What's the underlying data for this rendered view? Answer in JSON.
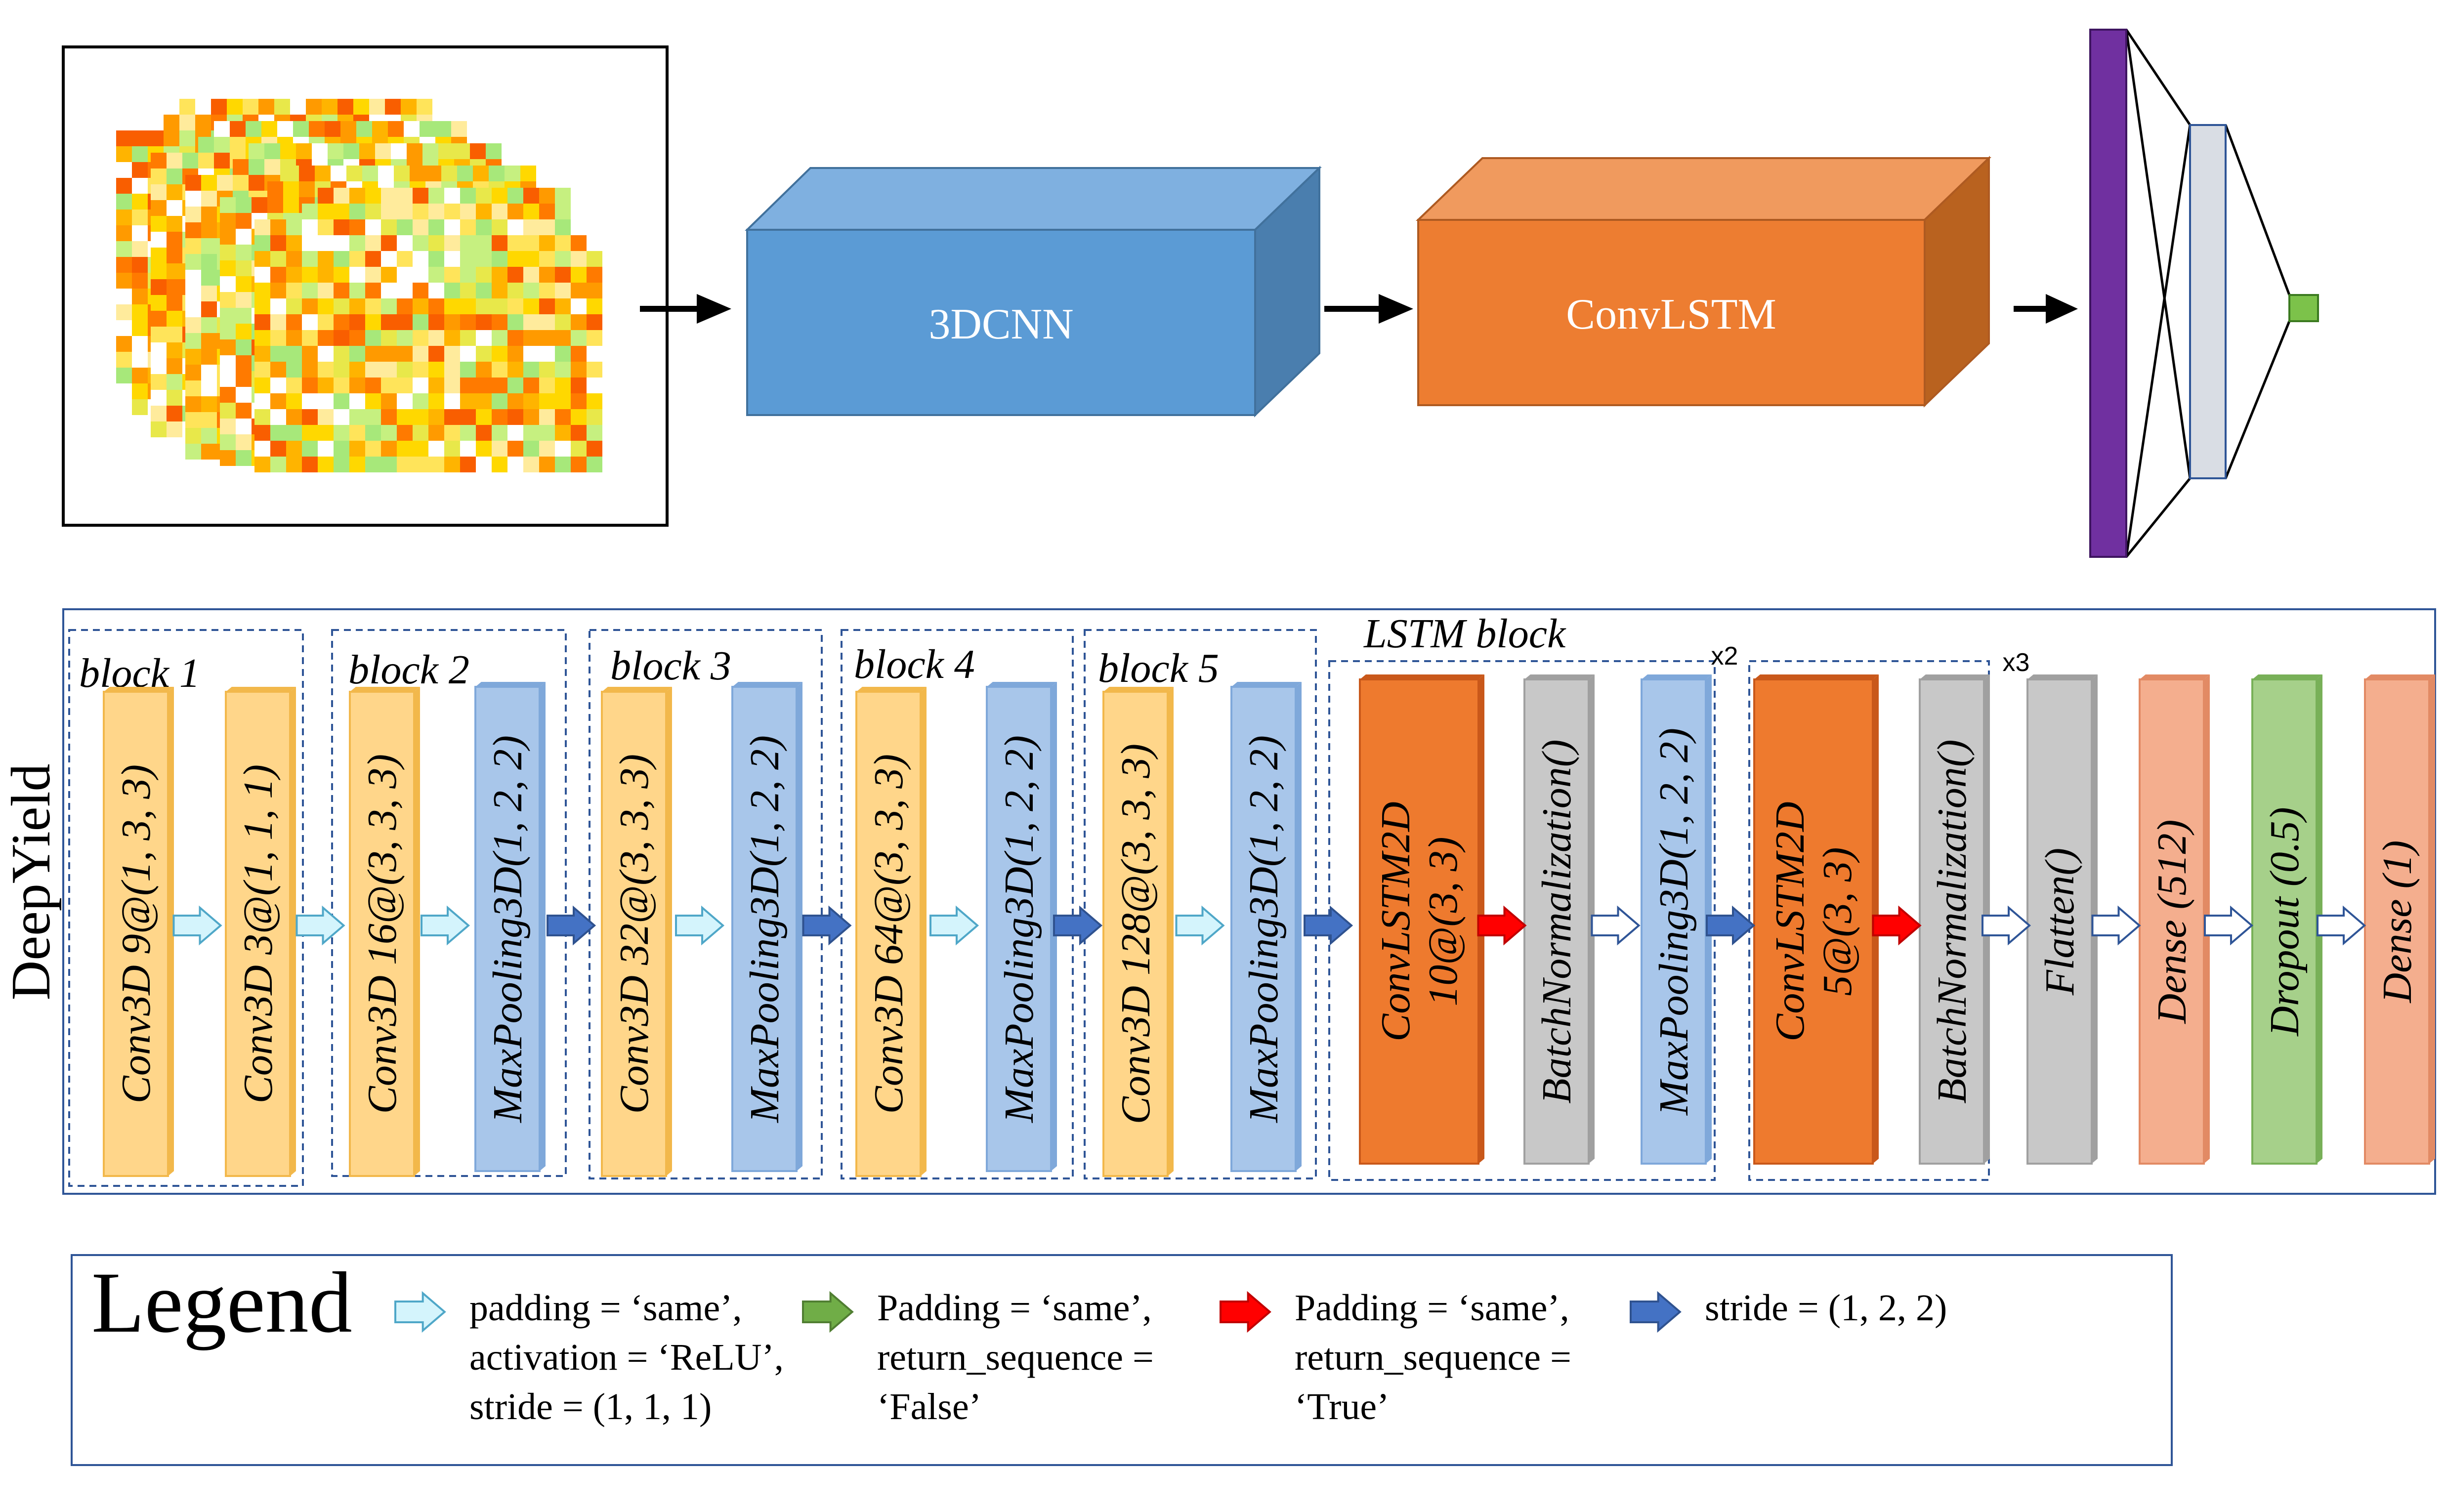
{
  "top": {
    "cnn_label": "3DCNN",
    "lstm_label": "ConvLSTM"
  },
  "model_name": "DeepYield",
  "blocks": [
    {
      "label": "block 1"
    },
    {
      "label": "block 2"
    },
    {
      "label": "block 3"
    },
    {
      "label": "block 4"
    },
    {
      "label": "block 5"
    },
    {
      "label": "LSTM block"
    }
  ],
  "repeat_labels": {
    "lstm": "x2",
    "conv_lstm": "x3"
  },
  "layers": [
    {
      "label": "Conv3D 9@(1, 3, 3)",
      "kind": "conv"
    },
    {
      "label": "Conv3D 3@(1, 1, 1)",
      "kind": "conv"
    },
    {
      "label": "Conv3D 16@(3, 3, 3)",
      "kind": "conv"
    },
    {
      "label": "MaxPooling3D(1, 2, 2)",
      "kind": "pool"
    },
    {
      "label": "Conv3D 32@(3, 3, 3)",
      "kind": "conv"
    },
    {
      "label": "MaxPooling3D(1, 2, 2)",
      "kind": "pool"
    },
    {
      "label": "Conv3D 64@(3, 3, 3)",
      "kind": "conv"
    },
    {
      "label": "MaxPooling3D(1, 2, 2)",
      "kind": "pool"
    },
    {
      "label": "Conv3D 128@(3, 3, 3)",
      "kind": "conv"
    },
    {
      "label": "MaxPooling3D(1, 2, 2)",
      "kind": "pool"
    },
    {
      "label": [
        "ConvLSTM2D",
        "10@(3, 3)"
      ],
      "kind": "lstm"
    },
    {
      "label": "BatchNormalization()",
      "kind": "gray"
    },
    {
      "label": "MaxPooling3D(1, 2, 2)",
      "kind": "pool"
    },
    {
      "label": [
        "ConvLSTM2D",
        "5@(3, 3)"
      ],
      "kind": "lstm"
    },
    {
      "label": "BatchNormalization()",
      "kind": "gray"
    },
    {
      "label": "Flatten()",
      "kind": "gray"
    },
    {
      "label": "Dense (512)",
      "kind": "dense"
    },
    {
      "label": "Dropout (0.5)",
      "kind": "dropout"
    },
    {
      "label": "Dense (1)",
      "kind": "dense"
    }
  ],
  "arrow_kinds": [
    "light",
    "light",
    "light",
    "blue",
    "light",
    "blue",
    "light",
    "blue",
    "light",
    "blue",
    "red",
    "hollow",
    "blue",
    "red",
    "hollow",
    "hollow",
    "hollow",
    "hollow"
  ],
  "legend": {
    "title": "Legend",
    "items": [
      {
        "arrow": "light",
        "lines": [
          "padding = ‘same’,",
          "activation = ‘ReLU’,",
          "stride = (1, 1, 1)"
        ]
      },
      {
        "arrow": "green",
        "lines": [
          "Padding = ‘same’,",
          "return_sequence =",
          "‘False’"
        ]
      },
      {
        "arrow": "red",
        "lines": [
          "Padding = ‘same’,",
          "return_sequence =",
          "‘True’"
        ]
      },
      {
        "arrow": "blue",
        "lines": [
          "stride = (1, 2, 2)"
        ]
      }
    ]
  },
  "colors": {
    "conv_fill": "#FFD68A",
    "conv_stroke": "#F2B84B",
    "pool_fill": "#A8C6EA",
    "pool_stroke": "#7FA8DA",
    "lstm_fill": "#EE7A2E",
    "lstm_stroke": "#C9581A",
    "gray_fill": "#C8C8C8",
    "gray_stroke": "#A0A0A0",
    "dense_fill": "#F4AE8E",
    "dense_stroke": "#E28A64",
    "dropout_fill": "#A6D08A",
    "dropout_stroke": "#78B058",
    "cnn_front": "#5B9BD5",
    "cnn_top": "#7FB0E0",
    "cnn_side": "#4A7EAE",
    "lstm_front": "#ED7D31",
    "lstm_top": "#F09A5E",
    "lstm_side": "#B9621F",
    "arrow_light": "#D4F4FC",
    "arrow_light_stroke": "#4FA7C8",
    "arrow_blue": "#4472C4",
    "arrow_red": "#FF0000",
    "arrow_green": "#70AD47",
    "frame": "#2F5597",
    "purple": "#7030A0"
  }
}
